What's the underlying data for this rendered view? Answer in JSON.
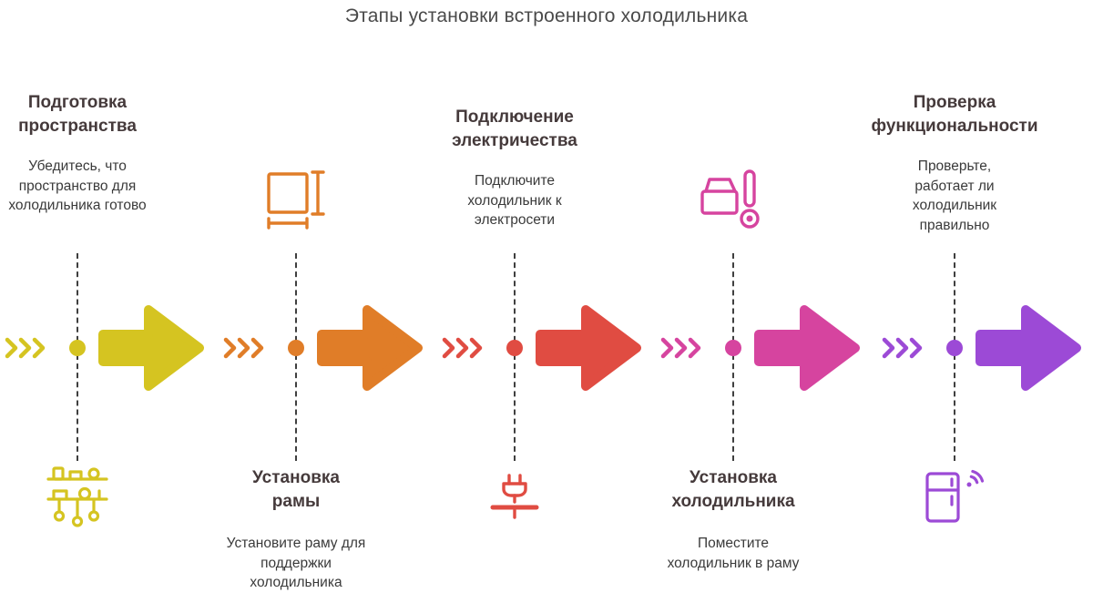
{
  "title": "Этапы установки встроенного холодильника",
  "colors": {
    "heading_text": "#453a3b",
    "body_text": "#3a3a3a",
    "dashed_line": "#3f3f3f"
  },
  "steps": [
    {
      "label": "Подготовка пространства",
      "description": "Убедитесь, что пространство для холодильника готово",
      "color": "#d5c421",
      "icon": "kitchen-shelf-icon",
      "text_position": "top"
    },
    {
      "label": "Установка рамы",
      "description": "Установите раму для поддержки холодильника",
      "color": "#e07d28",
      "icon": "frame-measurement-icon",
      "text_position": "bottom"
    },
    {
      "label": "Подключение электричества",
      "description": "Подключите холодильник к электросети",
      "color": "#e04c42",
      "icon": "power-plug-icon",
      "text_position": "top"
    },
    {
      "label": "Установка холодильника",
      "description": "Поместите холодильник в раму",
      "color": "#d6449f",
      "icon": "cooler-thermometer-icon",
      "text_position": "bottom"
    },
    {
      "label": "Проверка функциональности",
      "description": "Проверьте, работает ли холодильник правильно",
      "color": "#9c4ad6",
      "icon": "smart-fridge-icon",
      "text_position": "top"
    }
  ]
}
